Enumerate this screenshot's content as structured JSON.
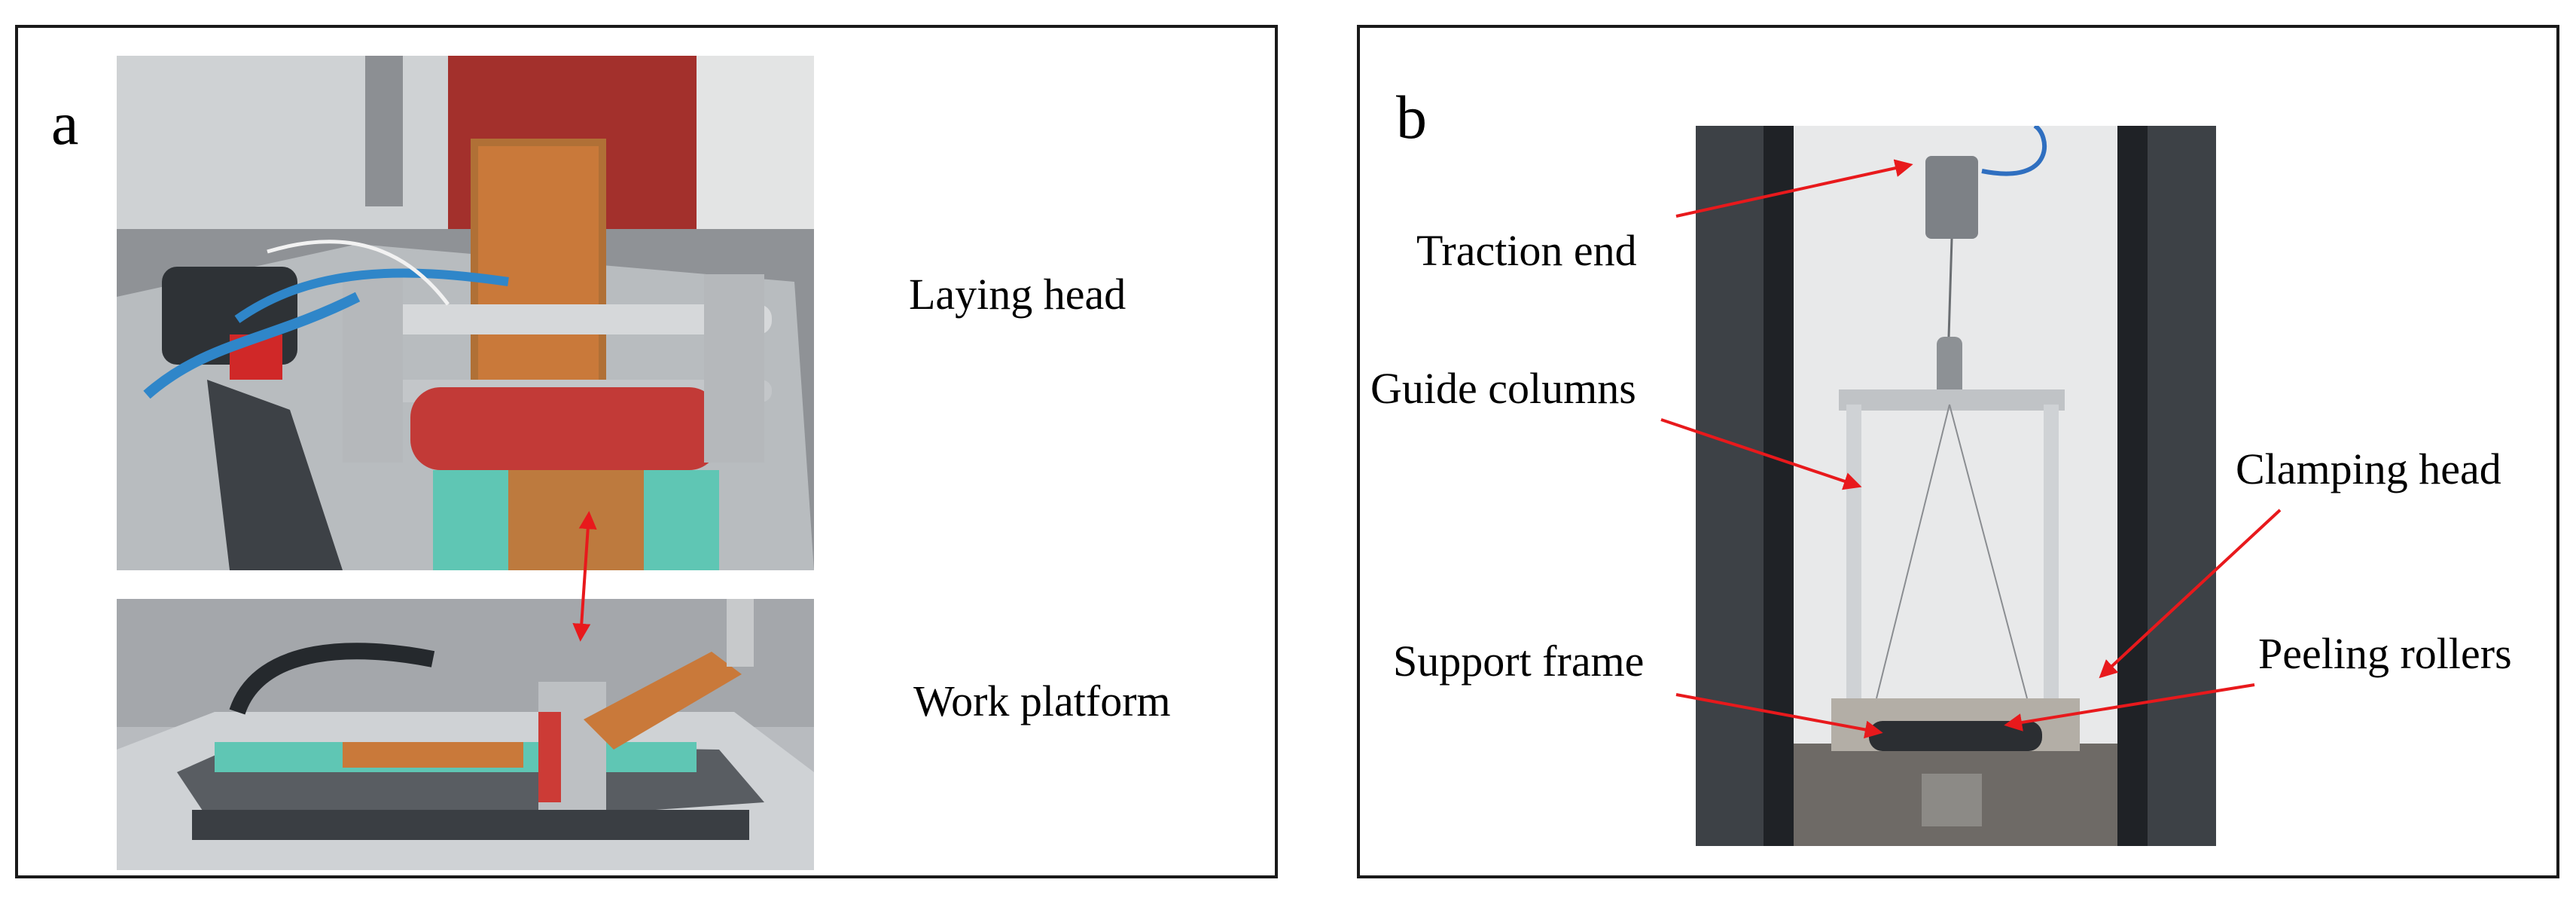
{
  "panel_a": {
    "letter": "a",
    "labels": {
      "laying_head": "Laying head",
      "work_platform": "Work platform"
    }
  },
  "panel_b": {
    "letter": "b",
    "labels": {
      "traction_end": "Traction end",
      "guide_columns": "Guide columns",
      "clamping_head": "Clamping head",
      "support_frame": "Support frame",
      "peeling_rollers": "Peeling rollers"
    }
  },
  "colors": {
    "arrow": "#e8191c",
    "border": "#1a1a1a",
    "tape_orange": "#c9793a",
    "film_teal": "#5fc6b4",
    "machine_dark": "#3d4146"
  }
}
